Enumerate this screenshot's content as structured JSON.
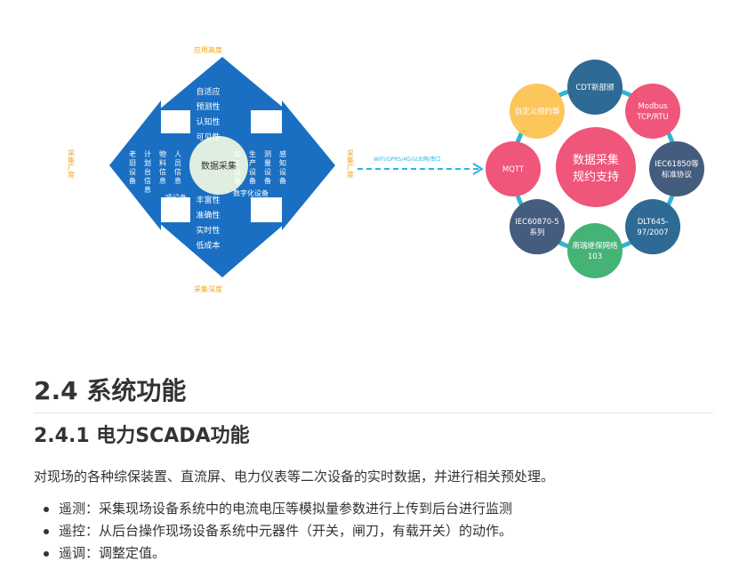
{
  "diagram": {
    "top_label": "应用高度",
    "bottom_label": "采集深度",
    "left_label": "采集广度",
    "right_label": "采集广度",
    "center_label": "数据采集",
    "up_items": [
      "自适应",
      "预测性",
      "认知性",
      "可见性"
    ],
    "down_items": [
      "丰富性",
      "准确性",
      "实时性",
      "低成本"
    ],
    "left_columns": [
      "老旧设备",
      "计划台信息",
      "物料信息",
      "人员信息"
    ],
    "left_footer": "哑设备",
    "right_columns": [
      "加工设备",
      "生产设备",
      "测量设备",
      "感知设备"
    ],
    "right_footer": "数字化设备",
    "link_label": "WIFI/GPRS/4G/以太网/串口",
    "hub_label_line1": "数据采集",
    "hub_label_line2": "规约支持",
    "protocols": [
      "CDT新部颁",
      "Modbus TCP/RTU",
      "IEC61850等标准协议",
      "DLT645-97/2007",
      "南瑞继保网络103",
      "IEC60870-5系列",
      "MQTT",
      "自定义规约等"
    ],
    "colors": {
      "arrow_blue": "#1a6fc2",
      "label_orange": "#f5a623",
      "link_cyan": "#29b6e8",
      "hub_pink": "#f0557a",
      "ring": "#34b3d1",
      "navy": "#2e6a93",
      "slate": "#445c7e",
      "yellow": "#fdc65b",
      "green": "#45b376"
    }
  },
  "content": {
    "section_title": "2.4 系统功能",
    "subsection_title": "2.4.1 电力SCADA功能",
    "intro": "对现场的各种综保装置、直流屏、电力仪表等二次设备的实时数据，并进行相关预处理。",
    "bullets": [
      "遥测：采集现场设备系统中的电流电压等模拟量参数进行上传到后台进行监测",
      "遥控：从后台操作现场设备系统中元器件（开关，闸刀，有载开关）的动作。",
      "遥调：调整定值。"
    ]
  }
}
